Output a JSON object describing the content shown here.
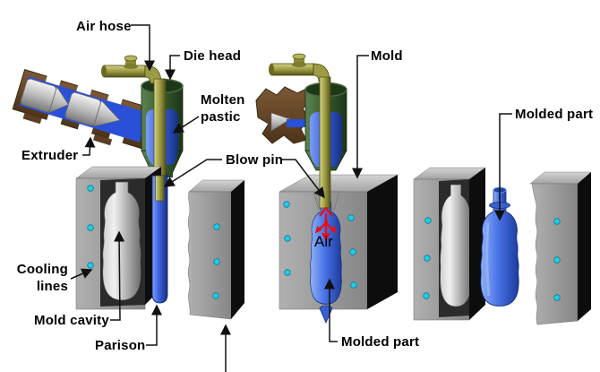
{
  "labels": {
    "air_hose": "Air hose",
    "die_head": "Die head",
    "mold": "Mold",
    "molten_plastic": {
      "line1": "Molten",
      "line2": "pastic"
    },
    "blow_pin": "Blow pin",
    "extruder": "Extruder",
    "cooling_lines": {
      "line1": "Cooling",
      "line2": "lines"
    },
    "mold_cavity": "Mold cavity",
    "parison": "Parison",
    "molded_part_blowing": "Molded part",
    "molded_part_ejected": "Molded part",
    "air": "Air"
  },
  "colors": {
    "background": "#ffffff",
    "label_text": "#000000",
    "molten_plastic_blue": "#2a50d8",
    "die_head_green": "#33582c",
    "air_hose_brass": "#9c9c44",
    "extruder_brown": "#6f4f30",
    "mold_gray": "#9c9c9c",
    "mold_side_black": "#0d0d0d",
    "cooling_line_cyan": "#22cbe8",
    "air_arrow_red": "#e41212"
  }
}
